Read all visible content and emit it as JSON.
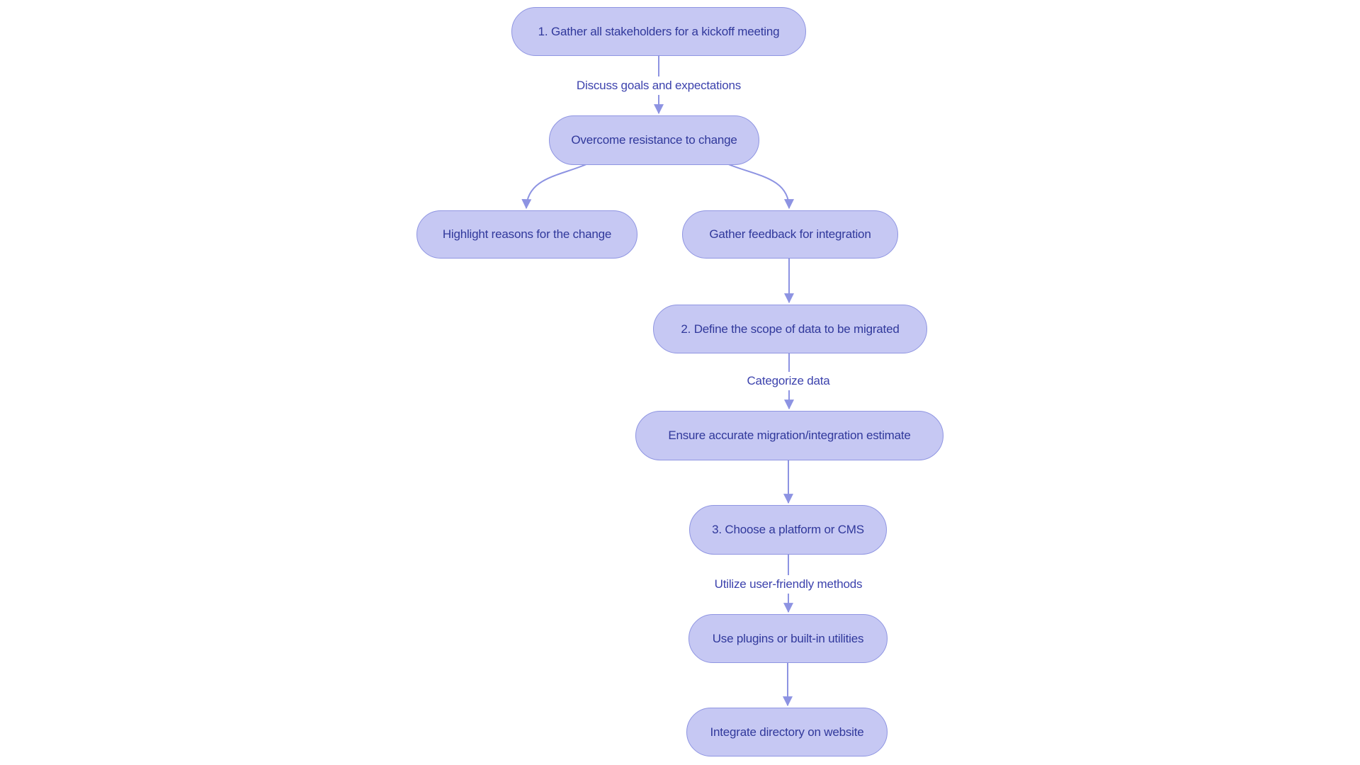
{
  "diagram": {
    "type": "flowchart",
    "direction": "top-down",
    "colors": {
      "background": "#ffffff",
      "node_fill": "#c6c8f3",
      "node_border": "#8f95e2",
      "edge_line": "#8d93e2",
      "node_text": "#30389b",
      "edge_label_text": "#3c42ad"
    },
    "nodes": [
      {
        "id": "n1",
        "label": "1. Gather all stakeholders for a kickoff meeting"
      },
      {
        "id": "n2",
        "label": "Overcome resistance to change"
      },
      {
        "id": "n3",
        "label": "Highlight reasons for the change"
      },
      {
        "id": "n4",
        "label": "Gather feedback for integration"
      },
      {
        "id": "n5",
        "label": "2. Define the scope of data to be migrated"
      },
      {
        "id": "n6",
        "label": "Ensure accurate migration/integration estimate"
      },
      {
        "id": "n7",
        "label": "3. Choose a platform or CMS"
      },
      {
        "id": "n8",
        "label": "Use plugins or built-in utilities"
      },
      {
        "id": "n9",
        "label": "Integrate directory on website"
      }
    ],
    "edges": [
      {
        "from": "n1",
        "to": "n2",
        "label": "Discuss goals and expectations"
      },
      {
        "from": "n2",
        "to": "n3",
        "label": ""
      },
      {
        "from": "n2",
        "to": "n4",
        "label": ""
      },
      {
        "from": "n4",
        "to": "n5",
        "label": ""
      },
      {
        "from": "n5",
        "to": "n6",
        "label": "Categorize data"
      },
      {
        "from": "n6",
        "to": "n7",
        "label": ""
      },
      {
        "from": "n7",
        "to": "n8",
        "label": "Utilize user-friendly methods"
      },
      {
        "from": "n8",
        "to": "n9",
        "label": ""
      }
    ]
  }
}
